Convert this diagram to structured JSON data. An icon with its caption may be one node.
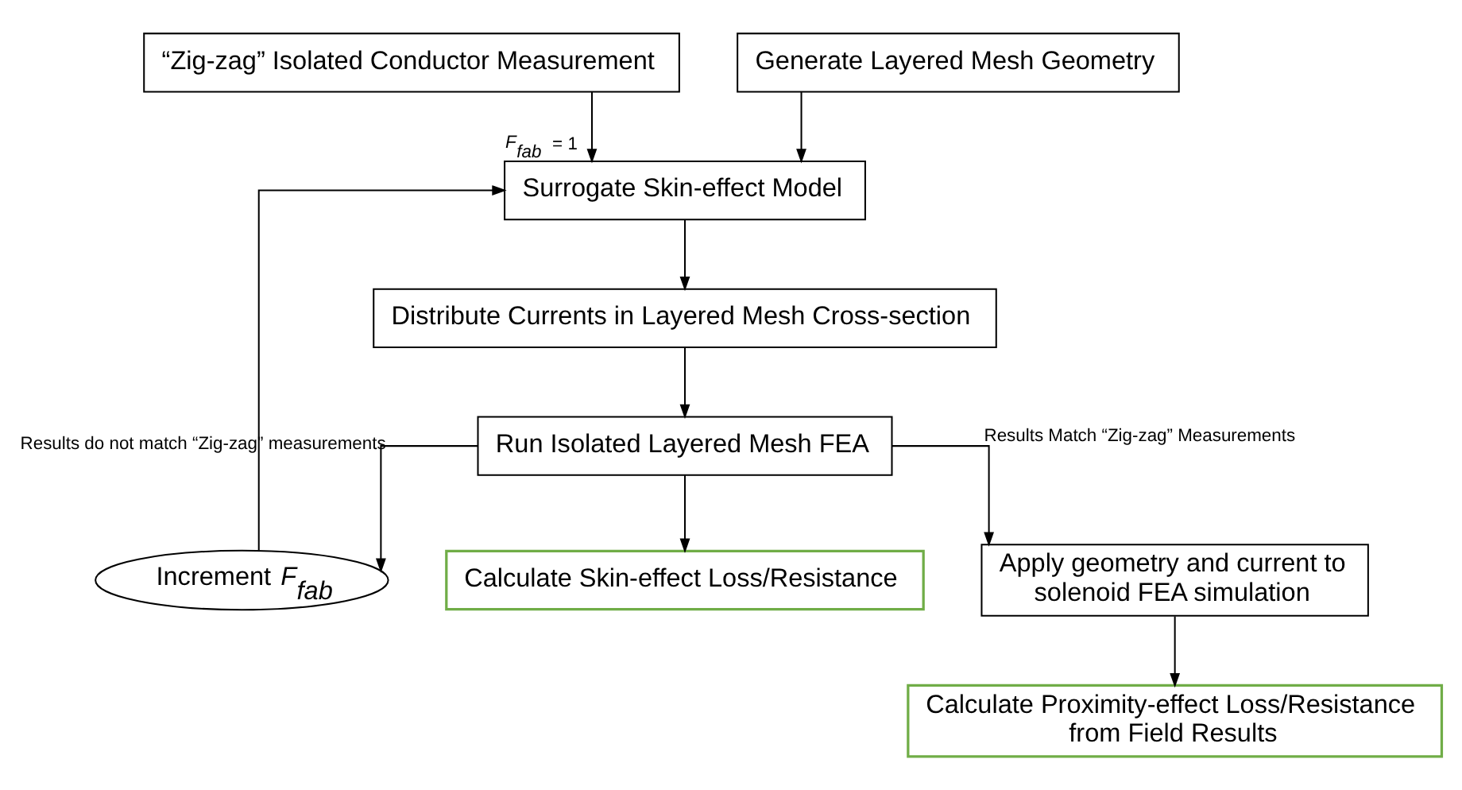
{
  "diagram": {
    "nodes": [
      {
        "text": [
          "“Zig-zag” Isolated Conductor Measurement"
        ]
      },
      {
        "text": [
          "Generate Layered Mesh Geometry"
        ]
      },
      {
        "text": [
          "Surrogate Skin-effect Model"
        ]
      },
      {
        "text": [
          "Distribute Currents in Layered Mesh Cross-section"
        ]
      },
      {
        "text": [
          "Run Isolated Layered Mesh FEA"
        ]
      },
      {
        "text": [
          "Increment *F*$_{fab}$"
        ]
      },
      {
        "text": [
          "Calculate Skin-effect Loss/Resistance"
        ]
      },
      {
        "text": [
          "Apply geometry and current to solenoid FEA simulation"
        ]
      },
      {
        "text": [
          "Calculate Proximity-effect Loss/Resistance from Field Results"
        ]
      }
    ],
    "edges": [
      {
        "from": 0,
        "to": 2,
        "arrow": "to",
        "label": "*F*$_{fab}$ = 1"
      },
      {
        "from": 1,
        "to": 2,
        "arrow": "to"
      },
      {
        "from": 2,
        "to": 3,
        "arrow": "to"
      },
      {
        "from": 3,
        "to": 4,
        "arrow": "to"
      },
      {
        "from": 4,
        "to": 5,
        "arrow": "to",
        "label": "Results do not match “Zig-zag” measurements"
      },
      {
        "from": 5,
        "to": 2,
        "arrow": "to"
      },
      {
        "from": 4,
        "to": 6,
        "arrow": "to"
      },
      {
        "from": 4,
        "to": 7,
        "arrow": "to",
        "label": "Results Match “Zig-zag” Measurements"
      },
      {
        "from": 7,
        "to": 8,
        "arrow": "to"
      }
    ]
  }
}
